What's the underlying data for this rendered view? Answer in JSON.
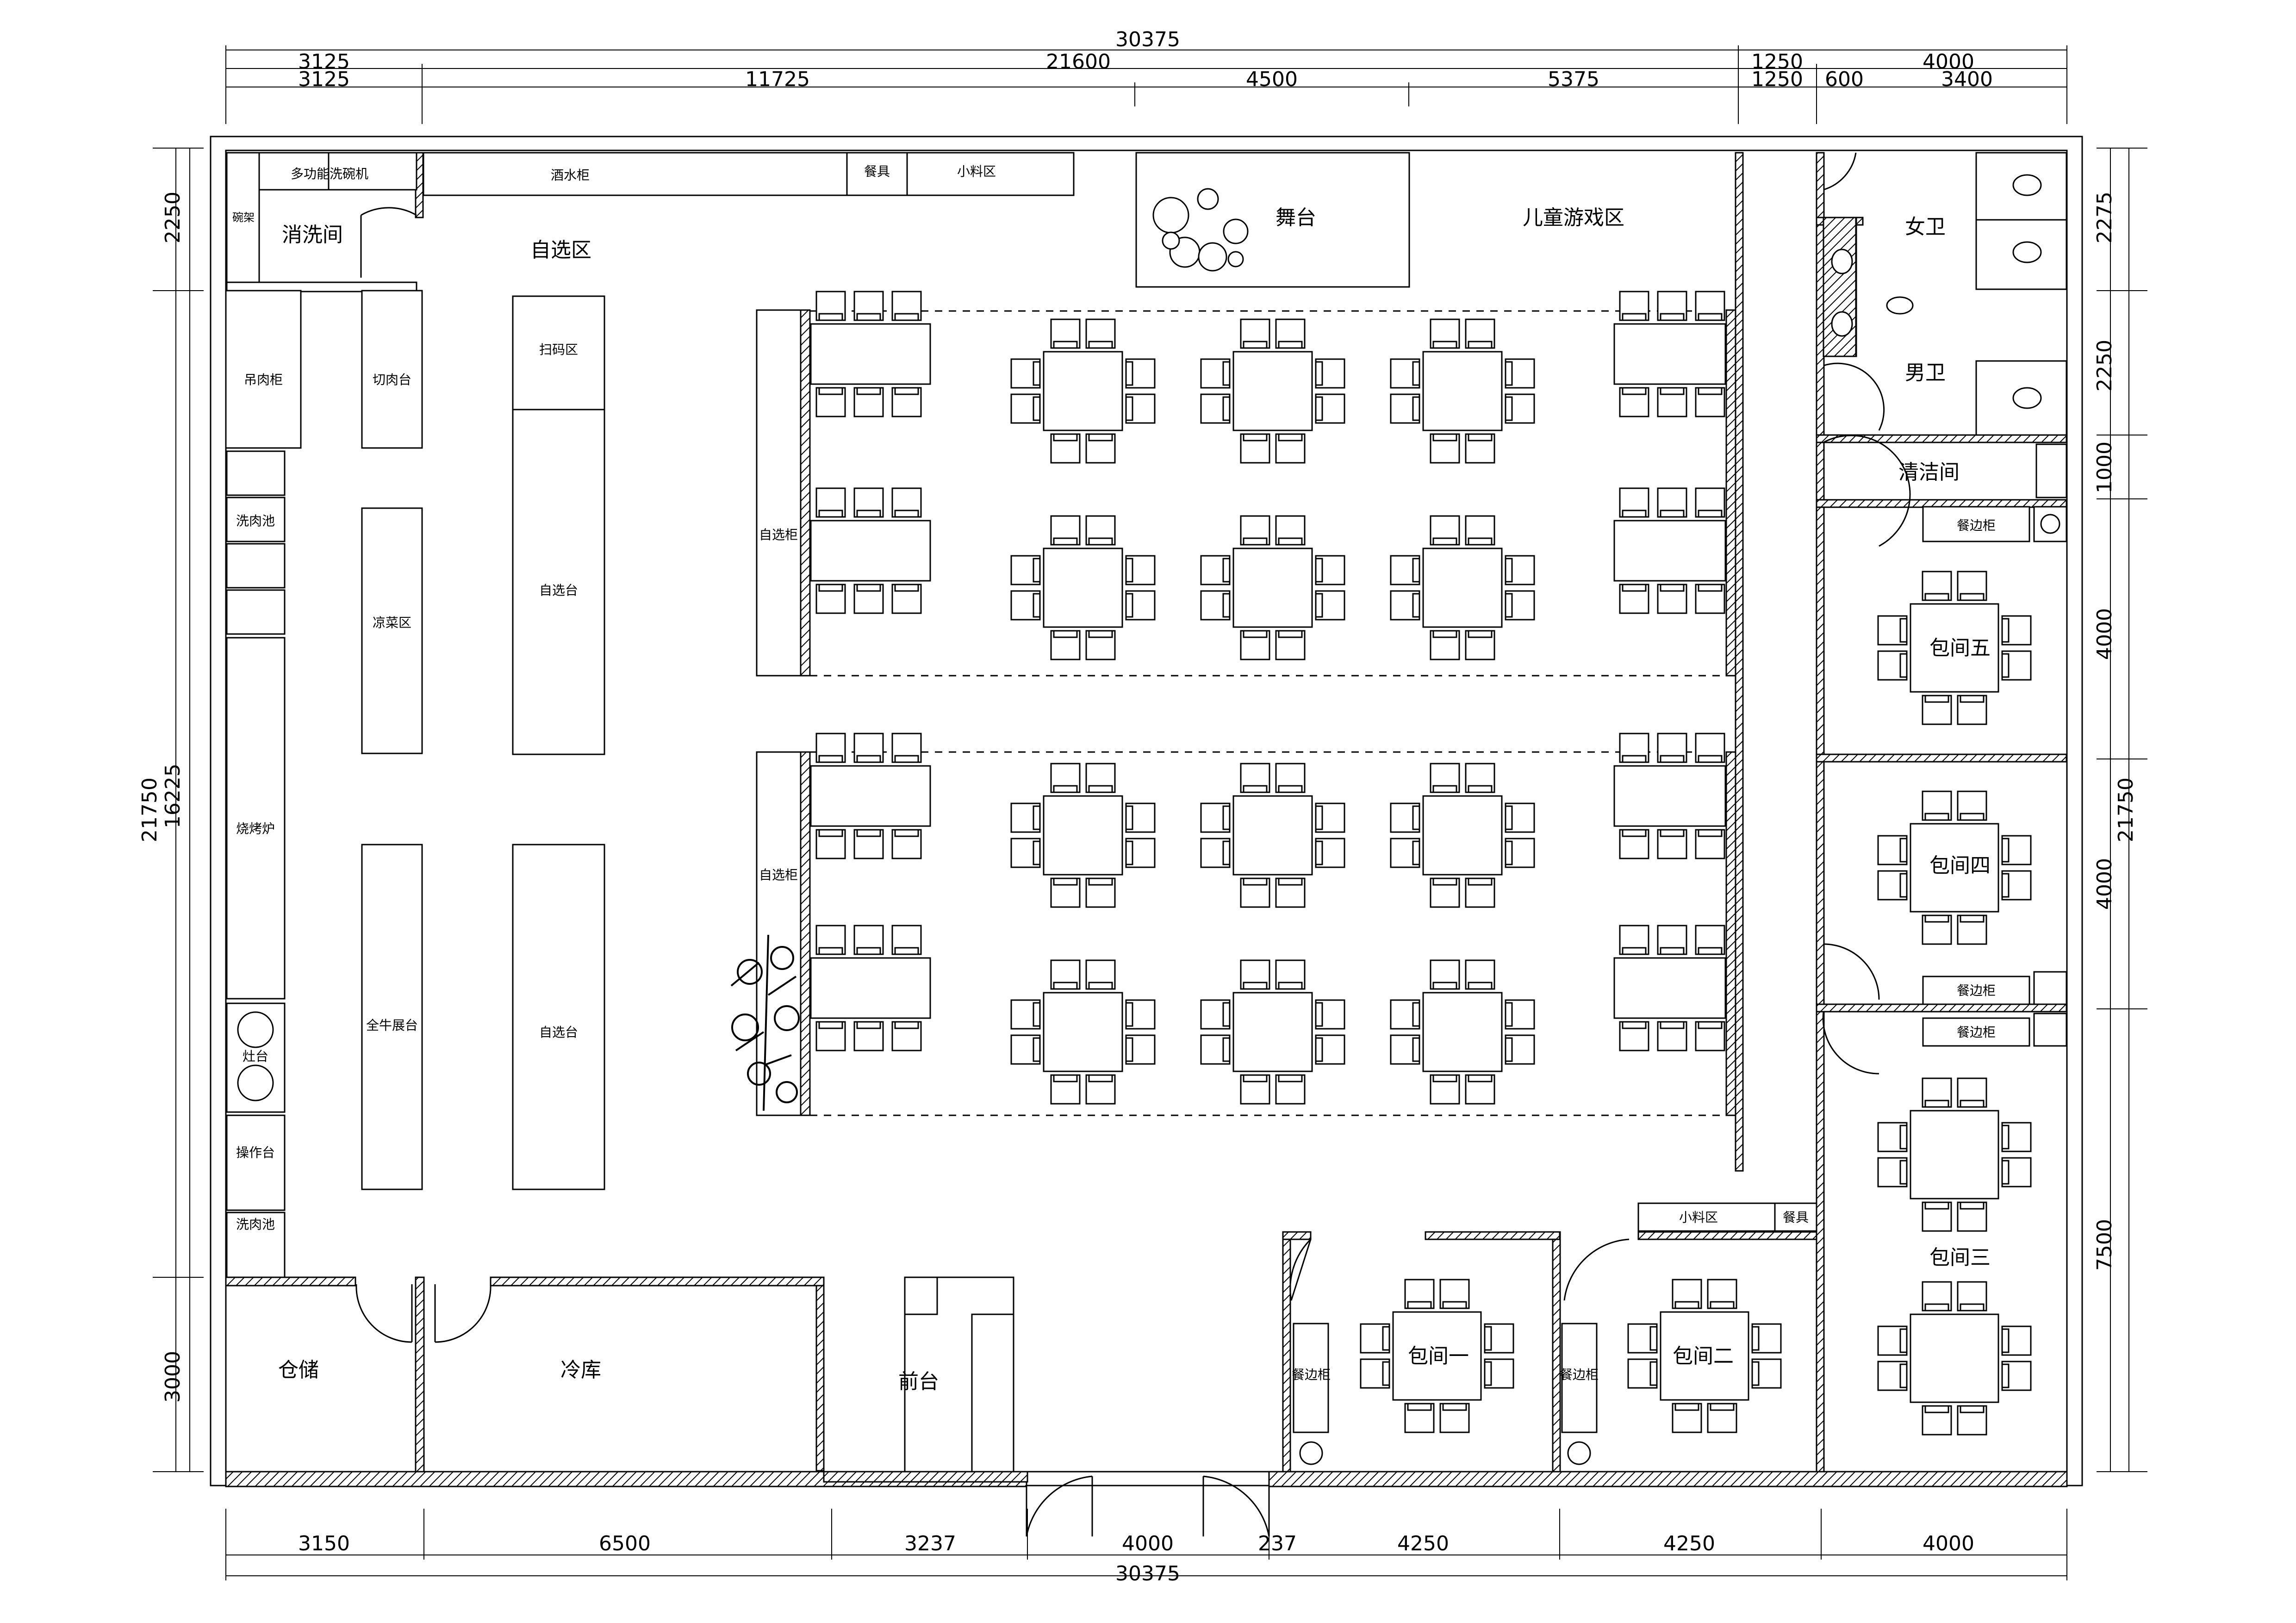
{
  "dimensions": {
    "top_total": "30375",
    "top_row1": [
      "3125",
      "21600",
      "1250",
      "4000"
    ],
    "top_row2": [
      "3125",
      "11725",
      "4500",
      "5375",
      "1250",
      "600",
      "3400"
    ],
    "bottom": [
      "3150",
      "6500",
      "3237",
      "4000",
      "237",
      "4250",
      "4250",
      "4000"
    ],
    "bottom_total": "30375",
    "left_outer": "21750",
    "left_inner": [
      "2250",
      "16225",
      "3000"
    ],
    "right_outer": "21750",
    "right_inner": [
      "2275",
      "2250",
      "1000",
      "4000",
      "4000",
      "7500"
    ]
  },
  "rooms": {
    "washroom": "消洗间",
    "buffet": "自选区",
    "stage": "舞台",
    "kids": "儿童游戏区",
    "female_wc": "女卫",
    "male_wc": "男卫",
    "cleaning": "清洁间",
    "private5": "包间五",
    "private4": "包间四",
    "private3": "包间三",
    "private2": "包间二",
    "private1": "包间一",
    "storage": "仓储",
    "cold": "冷库",
    "front": "前台"
  },
  "fixtures": {
    "dishwasher": "多功能洗碗机",
    "bowl_rack": "碗架",
    "wine_cabinet": "酒水柜",
    "tableware": "餐具",
    "condiments": "小料区",
    "meat_hang": "吊肉柜",
    "meat_cut": "切肉台",
    "scan": "扫码区",
    "meat_wash": "洗肉池",
    "cold_dish": "凉菜区",
    "buffet_table": "自选台",
    "grill": "烧烤炉",
    "stove": "灶台",
    "work_table": "操作台",
    "meat_wash2": "洗肉池",
    "whole_cow": "全牛展台",
    "buffet_table2": "自选台",
    "self_cabinet": "自选柜",
    "self_cabinet2": "自选柜",
    "sideboard": "餐边柜",
    "tableware2": "餐具",
    "condiments2": "小料区"
  },
  "colors": {
    "line": "#000000",
    "background": "#ffffff"
  }
}
